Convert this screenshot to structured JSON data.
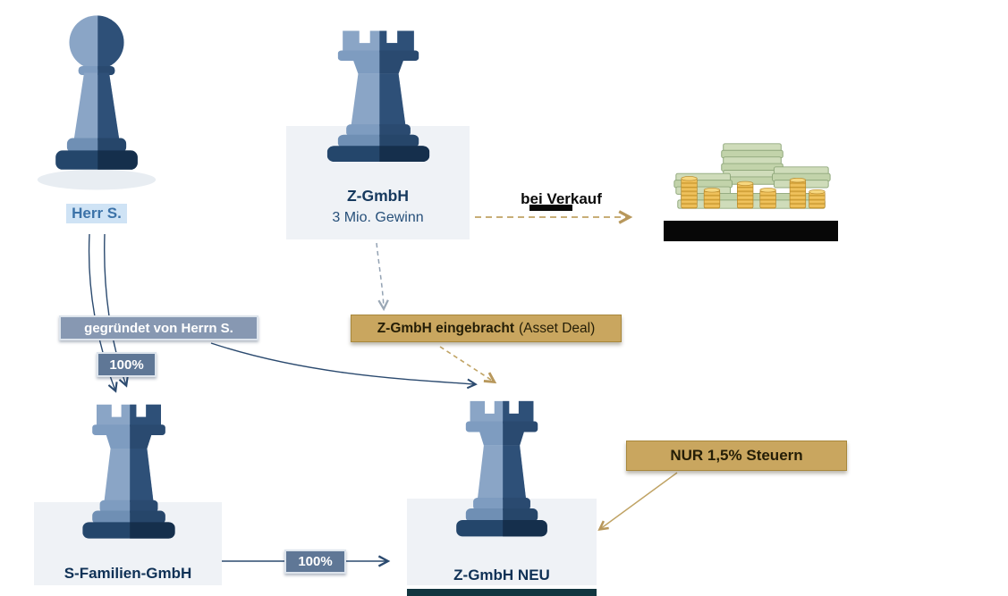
{
  "nodes": {
    "herr_s": {
      "label": "Herr S."
    },
    "z_gmbh": {
      "title": "Z-GmbH",
      "subtitle": "3 Mio. Gewinn"
    },
    "s_familien_gmbh": {
      "label": "S-Familien-GmbH"
    },
    "z_gmbh_neu": {
      "label": "Z-GmbH NEU"
    }
  },
  "badges": {
    "gegruendet": {
      "label": "gegründet von Herrn S."
    },
    "ownership_left": {
      "label": "100%"
    },
    "ownership_bottom": {
      "label": "100%"
    },
    "eingebracht": {
      "bold": "Z-GmbH eingebracht",
      "suffix": "(Asset Deal)"
    },
    "steuern": {
      "label": "NUR 1,5% Steuern"
    }
  },
  "annotations": {
    "sale": {
      "label": "bei Verkauf"
    }
  },
  "colors": {
    "navy": "#1d3e63",
    "accent_gold": "#c9a65f",
    "badge_blue": "#8798b2",
    "highlight_blue": "#cfe3f5",
    "piece_light": "#8aa5c6",
    "piece_dark": "#2e5078"
  }
}
